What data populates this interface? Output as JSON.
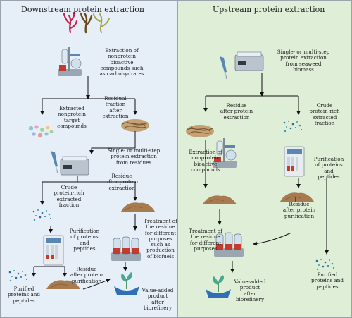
{
  "colors": {
    "left_bg": "#e6eef8",
    "right_bg": "#dfeed6",
    "arrow": "#111111",
    "seaweed_red": "#c0224a",
    "seaweed_brown": "#6b4a1e",
    "seaweed_green": "#a6a54a",
    "residue": "#a87a4f",
    "hands": "#2e6fb8",
    "sprout": "#4aa88e",
    "device": "#5a86b5"
  },
  "left": {
    "title": "Downstream protein extraction",
    "extraction_nonprotein": "Extraction of\nnonprotein\nbioactive\ncompounds such\nas carbohydrates",
    "extracted_targets": "Extracted\nnonprotein\ntarget\ncompounds",
    "residual_fraction": "Residual\nfraction\nafter\nextraction",
    "single_multi_step": "Single- or multi-step\nprotein extraction\nfrom residues",
    "crude_fraction": "Crude\nprotein-rich\nextracted\nfraction",
    "residue_after_extraction": "Residue\nafter protein\nextraction",
    "purification": "Purification\nof proteins\nand\npeptides",
    "treatment": "Treatment of\nthe residue\nfor different\npurposes\nsuch as\nproduction\nof biofuels",
    "residue_after_purification": "Residue\nafter protein\npurification",
    "purified": "Purified\nproteins and\npeptides",
    "value_added": "Value-added\nproduct\nafter\nbiorefinery"
  },
  "right": {
    "title": "Upstream protein extraction",
    "single_multi_step": "Single- or multi-step\nprotein extraction\nfrom seaweed\nbiomass",
    "residue_after_extraction": "Residue\nafter protein\nextraction",
    "crude_fraction": "Crude\nprotein-rich\nextracted\nfraction",
    "extraction_nonprotein": "Extraction of\nnonprotein\nbioactive\ncompounds",
    "purification": "Purification\nof proteins\nand\npeptides",
    "residue_after_purification": "Residue\nafter protein\npurification",
    "treatment": "Treatment of\nthe residue\nfor different\npurposes",
    "value_added": "Value-added\nproduct\nafter\nbiorefinery",
    "purified": "Purified\nproteins and\npeptides"
  }
}
